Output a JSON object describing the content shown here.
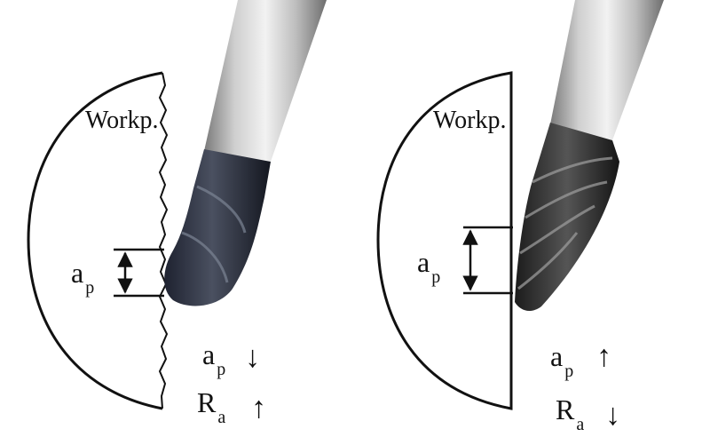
{
  "left_panel": {
    "workpiece_label": "Workp.",
    "depth_symbol": "a",
    "depth_sub": "p",
    "effect": [
      {
        "symbol": "a",
        "sub": "p",
        "arrow": "↓"
      },
      {
        "symbol": "R",
        "sub": "a",
        "arrow": "↑"
      }
    ]
  },
  "right_panel": {
    "workpiece_label": "Workp.",
    "depth_symbol": "a",
    "depth_sub": "p",
    "effect": [
      {
        "symbol": "a",
        "sub": "p",
        "arrow": "↑"
      },
      {
        "symbol": "R",
        "sub": "a",
        "arrow": "↓"
      }
    ]
  }
}
